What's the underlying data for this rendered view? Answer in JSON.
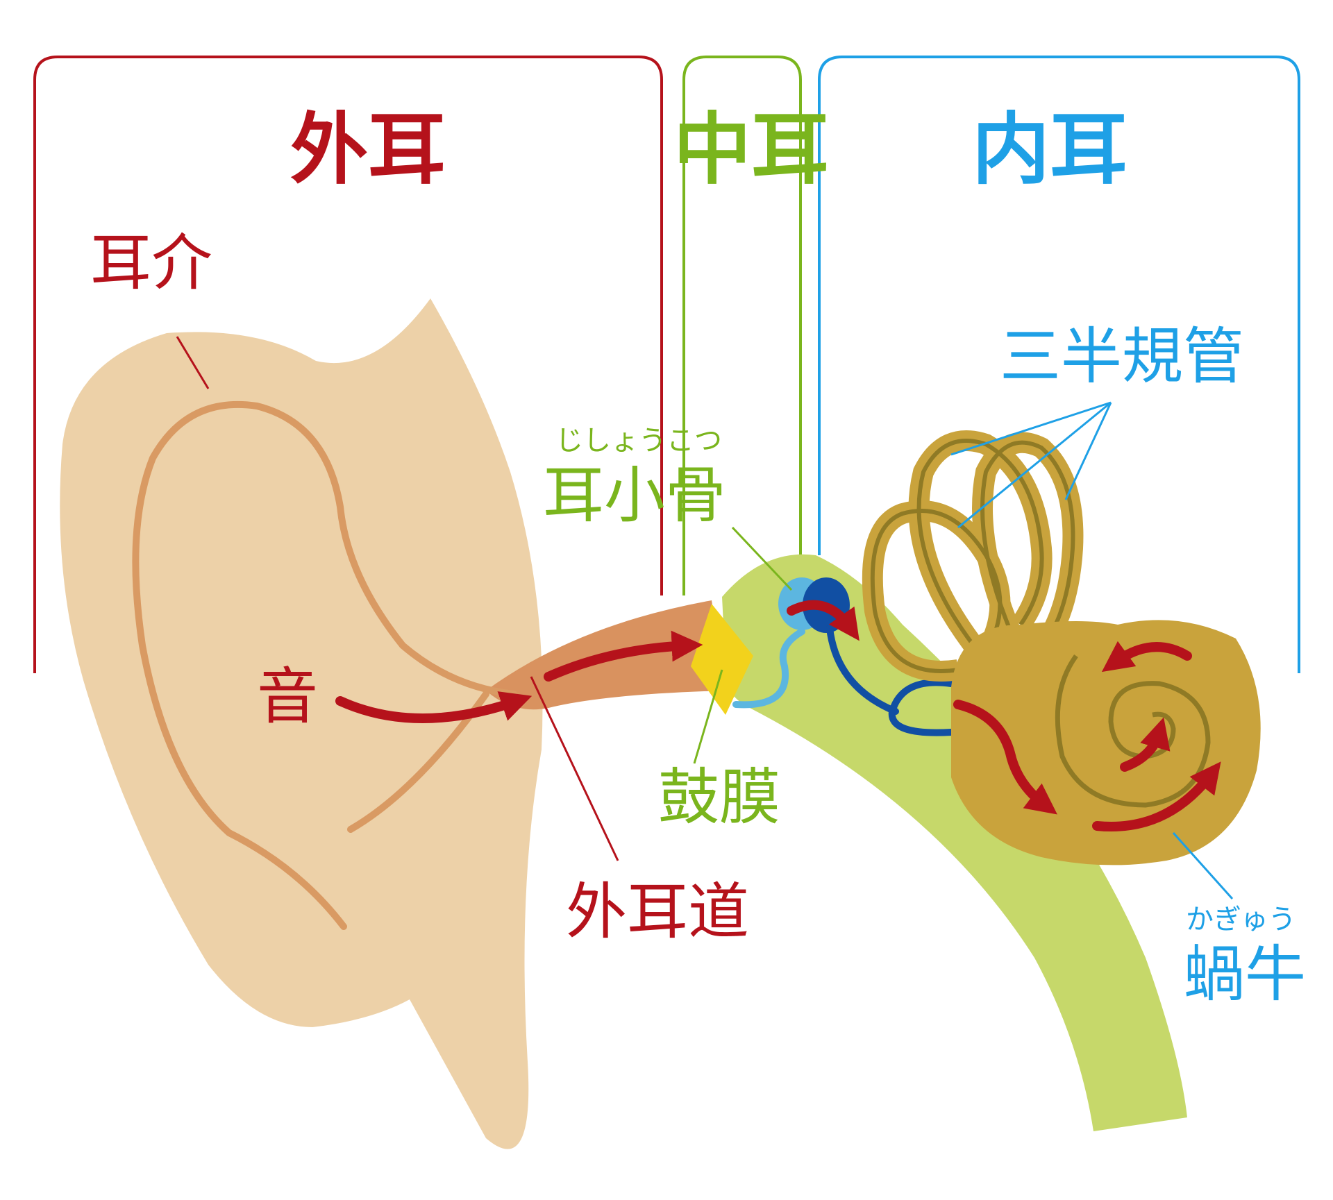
{
  "sections": {
    "outer_ear": {
      "label": "外耳",
      "color": "#b5121b"
    },
    "middle_ear": {
      "label": "中耳",
      "color": "#7ab51d"
    },
    "inner_ear": {
      "label": "内耳",
      "color": "#1ea0e6"
    }
  },
  "labels": {
    "auricle": "耳介",
    "sound": "音",
    "ear_canal": "外耳道",
    "ossicles": "耳小骨",
    "ossicles_reading": "じしょうこつ",
    "eardrum": "鼓膜",
    "semicircular_canals": "三半規管",
    "cochlea": "蝸牛",
    "cochlea_reading": "かぎゅう"
  },
  "colors": {
    "ear": "#edd1a8",
    "ear_fold": "#d99a63",
    "canal": "#d9925f",
    "bone": "#c6d86a",
    "eardrum": "#f2d21c",
    "ossicle_light": "#5cb6e0",
    "ossicle_dark": "#114fa3",
    "cochlea": "#c9a33c",
    "cochlea_line": "#8f7a25",
    "arrow": "#b5121b"
  }
}
